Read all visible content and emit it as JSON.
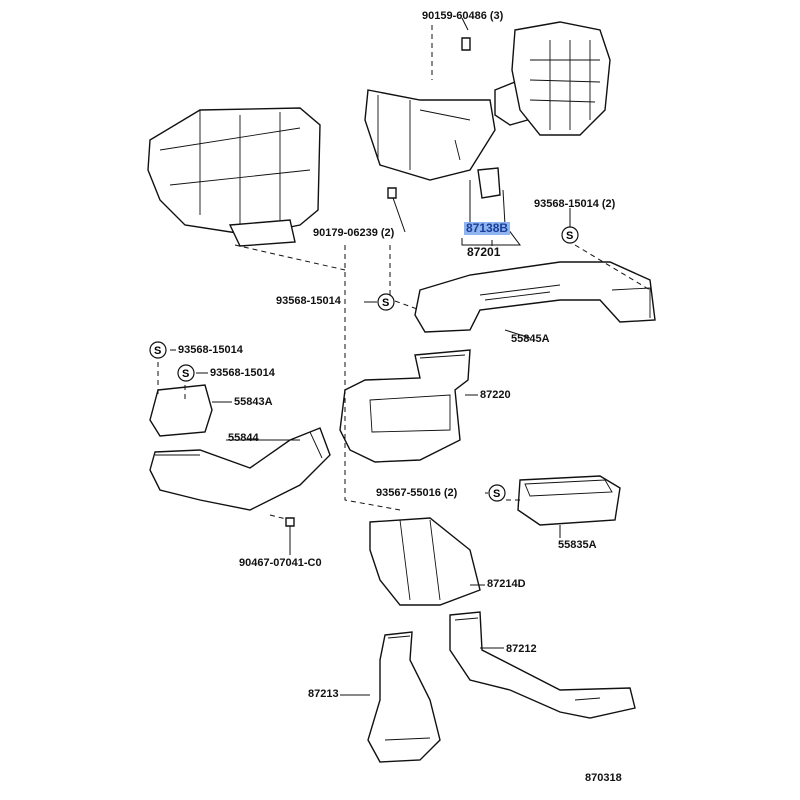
{
  "diagram": {
    "labels": {
      "p90159": "90159-60486 (3)",
      "p90179": "90179-06239 (2)",
      "p87138B": "87138B",
      "p87201": "87201",
      "p93568_2": "93568-15014 (2)",
      "p93568_a": "93568-15014",
      "p55845A": "55845A",
      "p93568_b": "93568-15014",
      "p93568_c": "93568-15014",
      "p55843A": "55843A",
      "p55844": "55844",
      "p87220": "87220",
      "p93567": "93567-55016 (2)",
      "p55835A": "55835A",
      "p90467": "90467-07041-C0",
      "p87214D": "87214D",
      "p87212": "87212",
      "p87213": "87213",
      "figure_no": "870318"
    },
    "screw_symbol": "S",
    "highlight_color": "#8fb4f0"
  }
}
